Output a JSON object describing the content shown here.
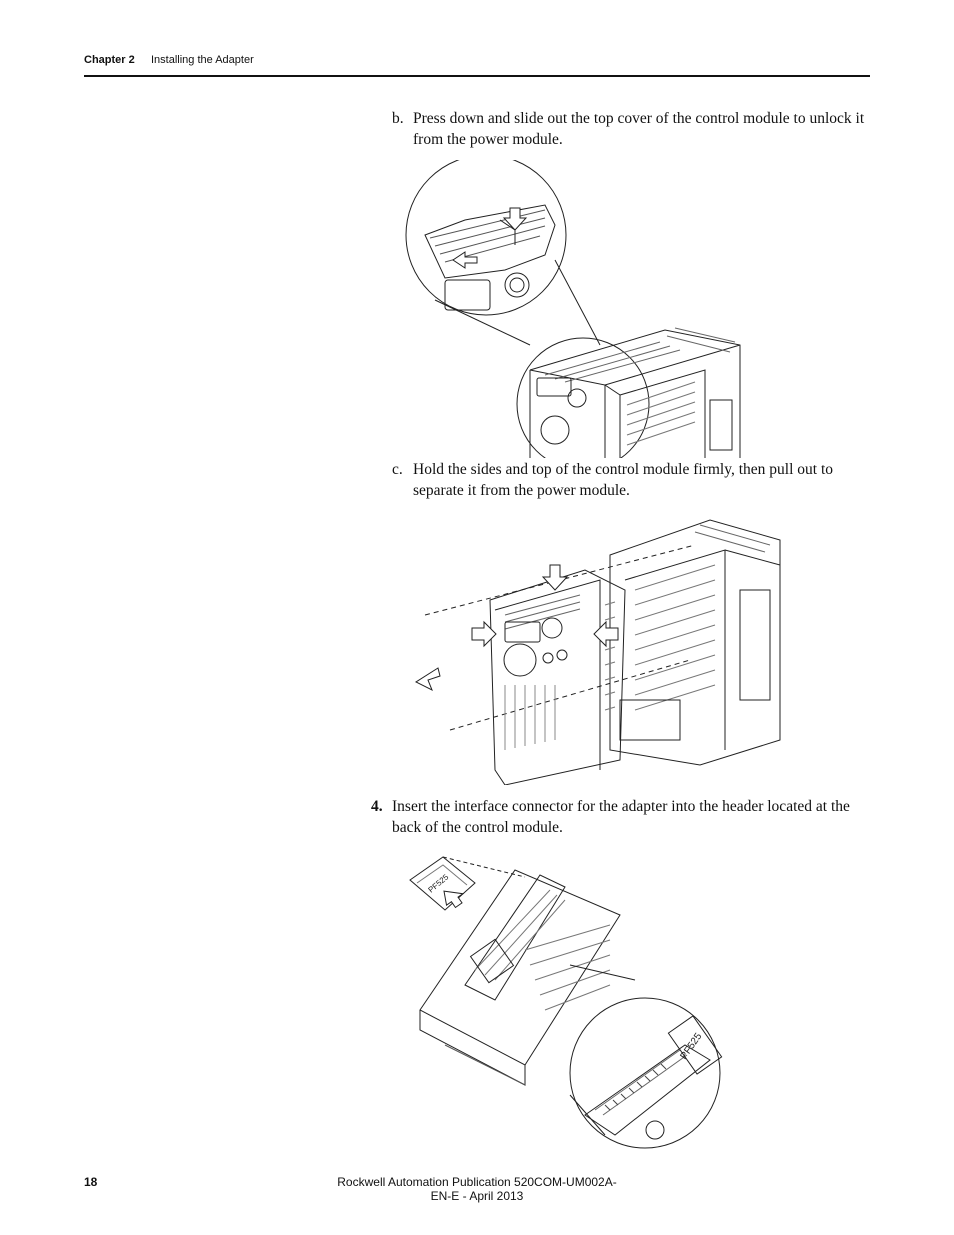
{
  "header": {
    "chapter": "Chapter 2",
    "title": "Installing the Adapter"
  },
  "steps": [
    {
      "marker": "b.",
      "text": "Press down and slide out the top cover of the control module to unlock it from the power module."
    },
    {
      "marker": "c.",
      "text": "Hold the sides and top of the control module firmly, then pull out to separate it from the power module."
    },
    {
      "marker": "4.",
      "text": "Insert the interface connector for the adapter into the header located at the back of the control module."
    }
  ],
  "figures": {
    "fig3_labels": {
      "adapter_tag": "PF525",
      "header_tag": "PF525"
    }
  },
  "footer": {
    "page_number": "18",
    "publication": "Rockwell Automation Publication 520COM-UM002A-EN-E - April 2013"
  }
}
